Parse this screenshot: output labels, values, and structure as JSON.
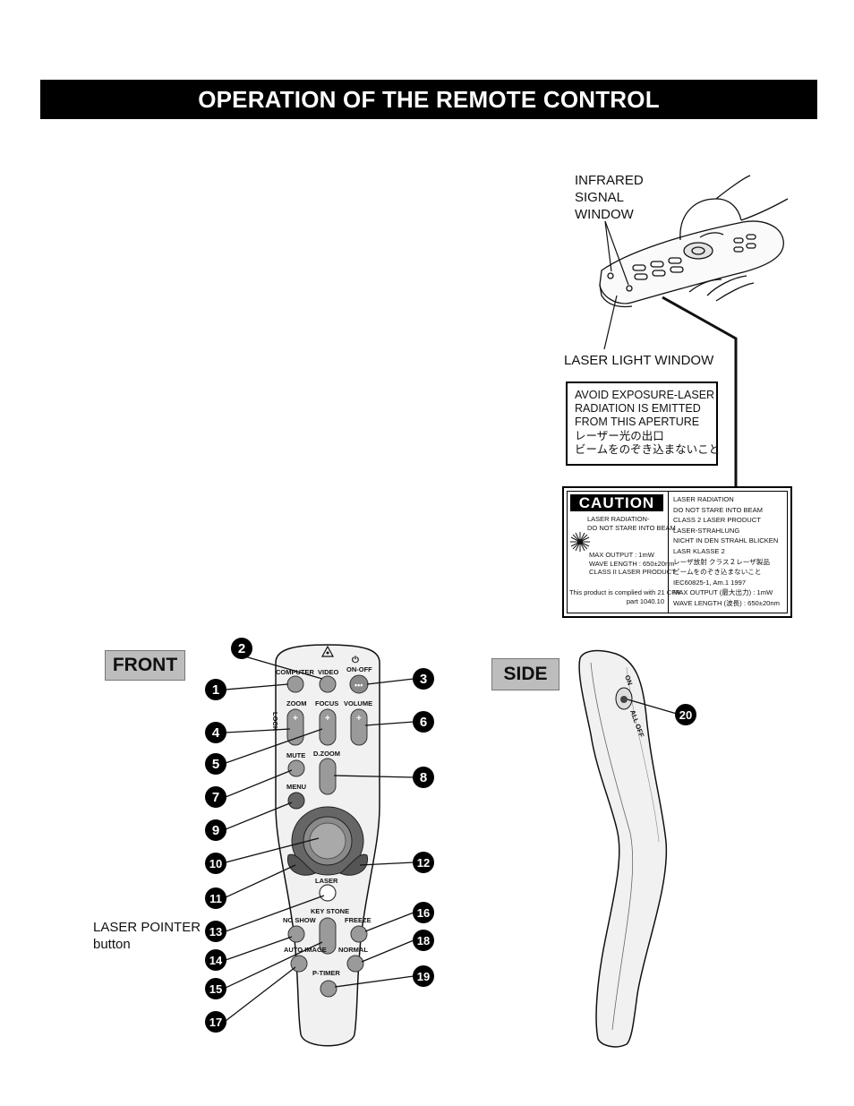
{
  "page": {
    "title": "OPERATION OF THE REMOTE CONTROL"
  },
  "illustration": {
    "infrared_label": [
      "INFRARED",
      "SIGNAL",
      "WINDOW"
    ],
    "laser_window_label": "LASER LIGHT WINDOW",
    "aperture_warning": [
      "AVOID EXPOSURE-LASER",
      "RADIATION IS EMITTED",
      "FROM THIS APERTURE",
      "レーザー光の出口",
      "ビームをのぞき込まないこと"
    ]
  },
  "caution_label": {
    "title": "CAUTION",
    "left_warning": [
      "LASER RADIATION-",
      "DO NOT STARE INTO BEAM"
    ],
    "specs": [
      "MAX OUTPUT : 1mW",
      "WAVE LENGTH : 650±20nm",
      "CLASS II LASER PRODUCT"
    ],
    "compliance": [
      "This product is complied with 21 CFR",
      "part  1040.10"
    ],
    "right_text": [
      "LASER RADIATION",
      "DO NOT STARE INTO BEAM",
      "CLASS 2 LASER PRODUCT",
      "LASER-STRAHLUNG",
      "NICHT IN DEN STRAHL BLICKEN",
      "LASR KLASSE 2",
      "レーザ放射 クラス２レーザ製品",
      "ビームをのぞき込まないこと",
      "IEC60825-1, Am.1 1997",
      "MAX OUTPUT (最大出力) : 1mW",
      "WAVE LENGTH (波長) : 650±20nm"
    ]
  },
  "front_view": {
    "tag": "FRONT",
    "laser_pointer_label": [
      "LASER POINTER",
      "button"
    ],
    "buttons": {
      "computer": "COMPUTER",
      "video": "VIDEO",
      "on_off": "ON-OFF",
      "power_symbol": "⏻",
      "zoom": "ZOOM",
      "focus": "FOCUS",
      "volume": "VOLUME",
      "lock": "LOCK",
      "mute": "MUTE",
      "d_zoom": "D.ZOOM",
      "menu": "MENU",
      "laser": "LASER",
      "key_stone": "KEY STONE",
      "no_show": "NO SHOW",
      "freeze": "FREEZE",
      "auto_image": "AUTO IMAGE",
      "normal": "NORMAL",
      "p_timer": "P-TIMER"
    },
    "callouts": [
      "1",
      "2",
      "3",
      "4",
      "5",
      "6",
      "7",
      "8",
      "9",
      "10",
      "11",
      "12",
      "13",
      "14",
      "15",
      "16",
      "17",
      "18",
      "19"
    ]
  },
  "side_view": {
    "tag": "SIDE",
    "switch_on": "ON",
    "switch_off": "ALL OFF",
    "callout": "20"
  }
}
